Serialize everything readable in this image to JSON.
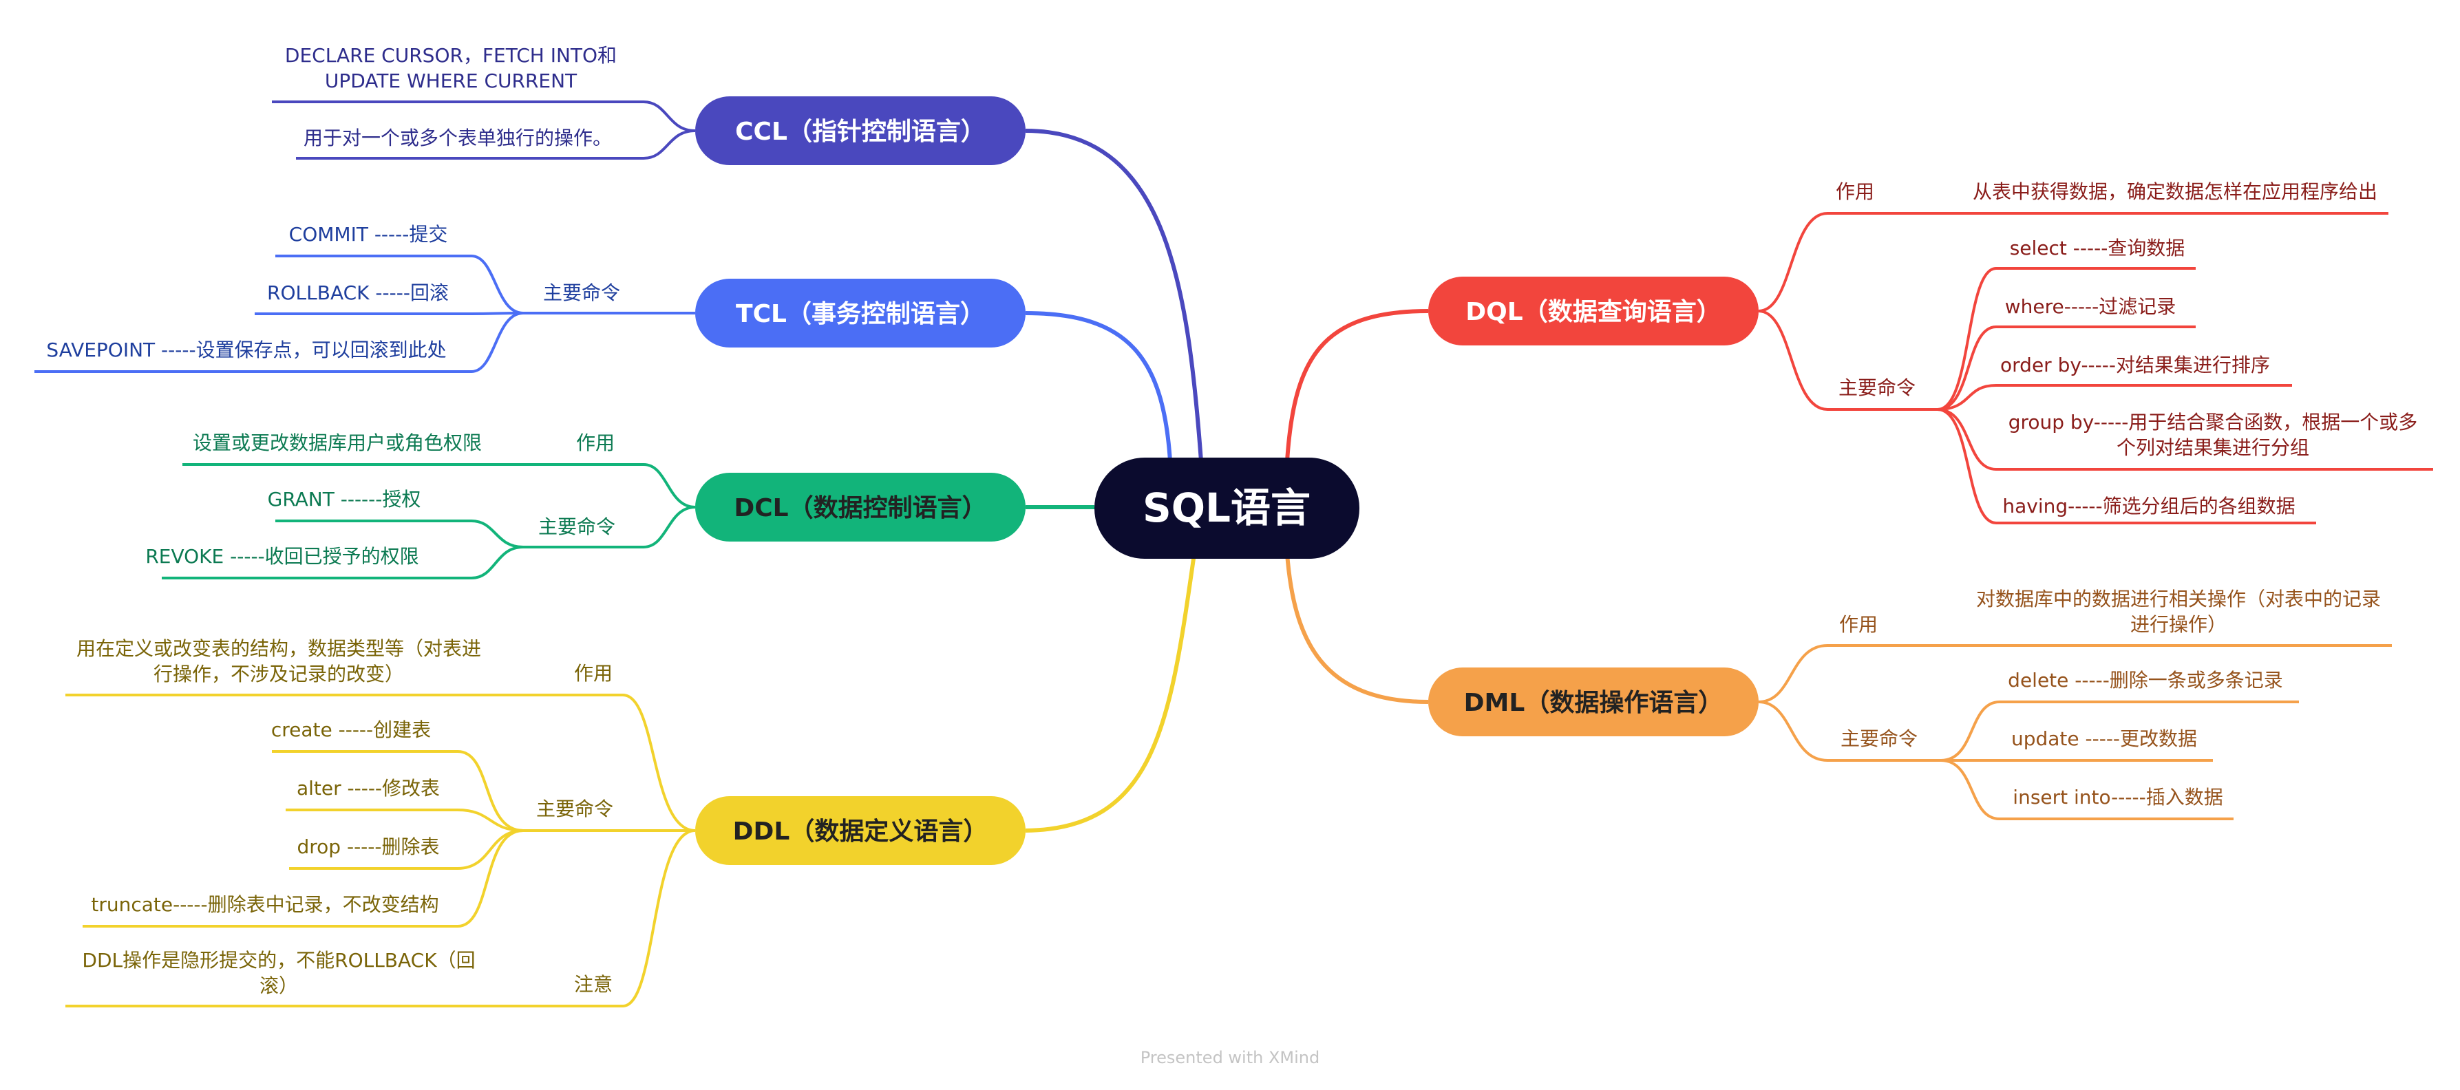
{
  "root": {
    "label": "SQL语言"
  },
  "colors": {
    "root": "#0b0b2e",
    "ccl": "#4a48be",
    "tcl": "#4b6ef5",
    "dcl": "#12b47a",
    "ddl": "#f2d22c",
    "dql": "#f2453d",
    "dml": "#f5a14a",
    "ccl_text": "#2e2d8c",
    "tcl_text": "#1f3f9e",
    "dcl_text": "#0c7a52",
    "ddl_text": "#7a6408",
    "dql_text": "#8a1d1a",
    "dml_text": "#96531c"
  },
  "branches": {
    "ccl": {
      "label": "CCL（指针控制语言）",
      "items": [
        "DECLARE CURSOR，FETCH INTO和",
        "UPDATE WHERE CURRENT",
        "用于对一个或多个表单独行的操作。"
      ]
    },
    "tcl": {
      "label": "TCL（事务控制语言）",
      "group": "主要命令",
      "items": [
        "COMMIT -----提交",
        "ROLLBACK -----回滚",
        "SAVEPOINT -----设置保存点，可以回滚到此处"
      ]
    },
    "dcl": {
      "label": "DCL（数据控制语言）",
      "role_label": "作用",
      "role": "设置或更改数据库用户或角色权限",
      "group": "主要命令",
      "items": [
        "GRANT ------授权",
        "REVOKE -----收回已授予的权限"
      ]
    },
    "ddl": {
      "label": "DDL（数据定义语言）",
      "role_label": "作用",
      "role": [
        "用在定义或改变表的结构，数据类型等（对表进",
        "行操作，不涉及记录的改变）"
      ],
      "group": "主要命令",
      "items": [
        "create -----创建表",
        "alter -----修改表",
        "drop -----删除表",
        "truncate-----删除表中记录，不改变结构"
      ],
      "note_label": "注意",
      "note": [
        "DDL操作是隐形提交的，不能ROLLBACK（回",
        "滚）"
      ]
    },
    "dql": {
      "label": "DQL（数据查询语言）",
      "role_label": "作用",
      "role": "从表中获得数据，确定数据怎样在应用程序给出",
      "group": "主要命令",
      "items": [
        "select -----查询数据",
        "where-----过滤记录",
        "order by-----对结果集进行排序",
        "group by-----用于结合聚合函数，根据一个或多",
        "个列对结果集进行分组",
        "having-----筛选分组后的各组数据"
      ]
    },
    "dml": {
      "label": "DML（数据操作语言）",
      "role_label": "作用",
      "role": [
        "对数据库中的数据进行相关操作（对表中的记录",
        "进行操作）"
      ],
      "group": "主要命令",
      "items": [
        "delete -----删除一条或多条记录",
        "update -----更改数据",
        "insert into-----插入数据"
      ]
    }
  },
  "footer": "Presented with XMind"
}
